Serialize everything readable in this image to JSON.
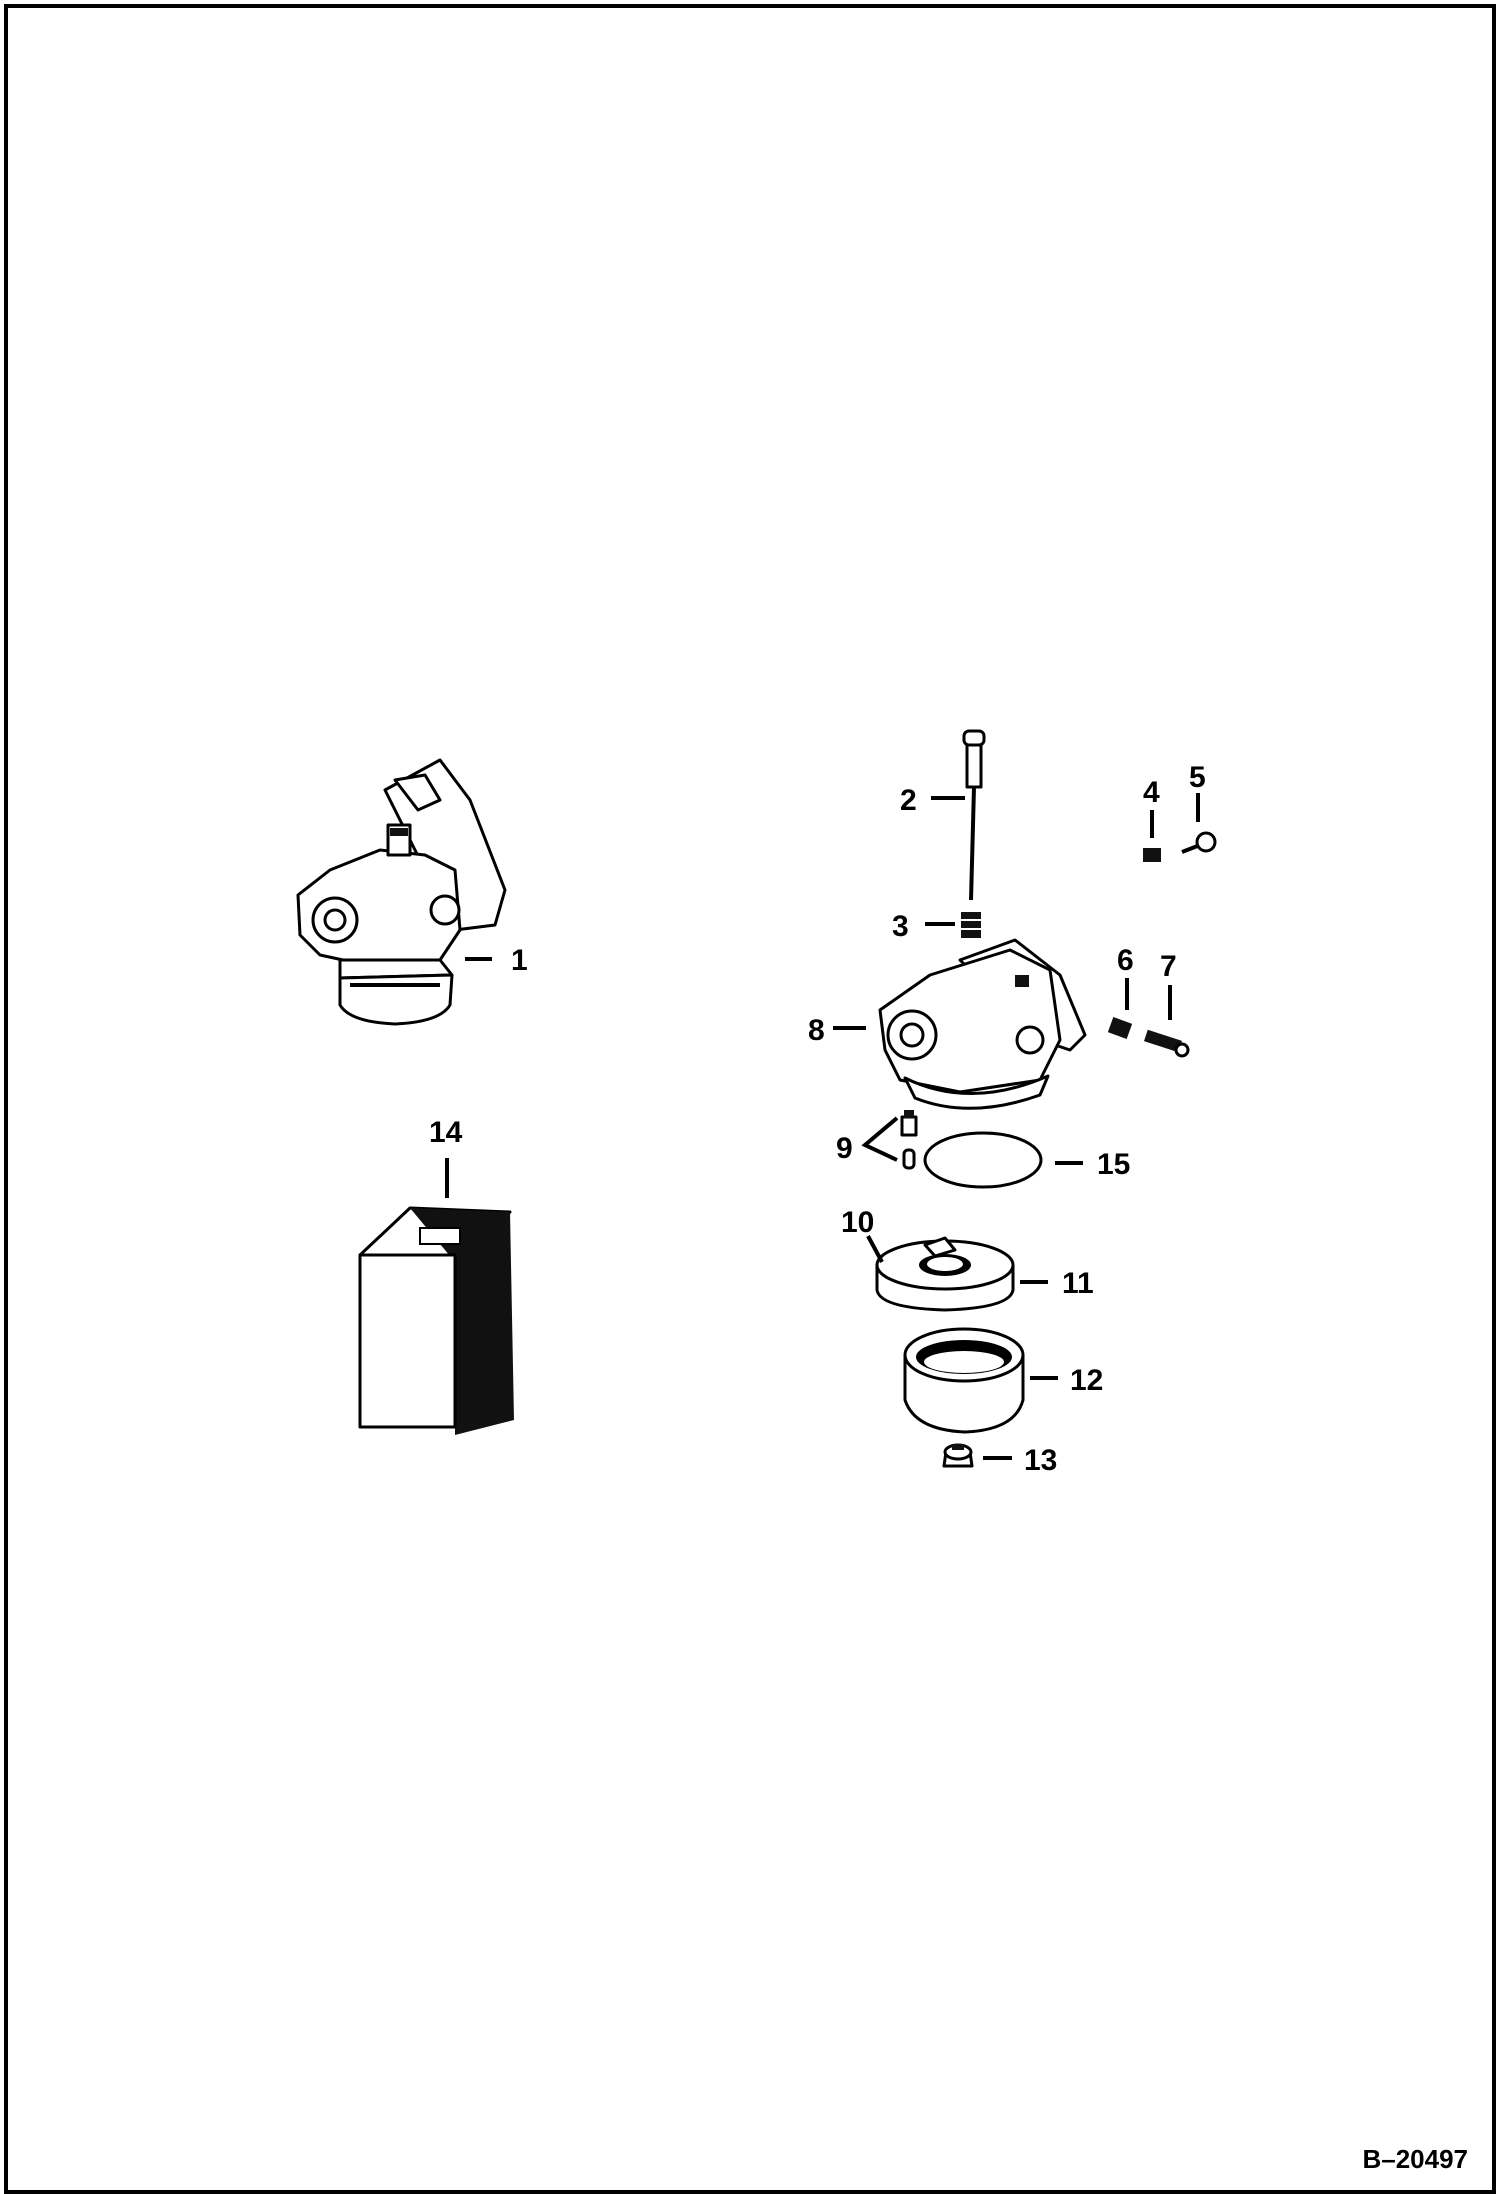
{
  "figure": {
    "id": "B–20497"
  },
  "callouts": {
    "c1": "1",
    "c2": "2",
    "c3": "3",
    "c4": "4",
    "c5": "5",
    "c6": "6",
    "c7": "7",
    "c8": "8",
    "c9": "9",
    "c10": "10",
    "c11": "11",
    "c12": "12",
    "c13": "13",
    "c14": "14",
    "c15": "15"
  }
}
